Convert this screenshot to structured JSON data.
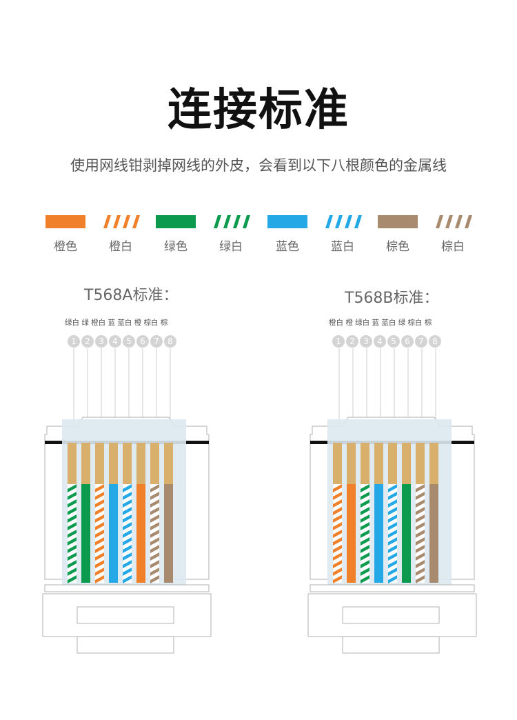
{
  "title": "连接标准",
  "subtitle": "使用网线钳剥掉网线的外皮，会看到以下八根颜色的金属线",
  "colors": {
    "orange": "#f0802a",
    "green": "#0c9a4e",
    "blue": "#24a8e6",
    "brown": "#a88a6e",
    "gold": "#d8b06c",
    "housing": "#dce8ef"
  },
  "legend": [
    {
      "label": "橙色",
      "color": "orange",
      "striped": false
    },
    {
      "label": "橙白",
      "color": "orange",
      "striped": true
    },
    {
      "label": "绿色",
      "color": "green",
      "striped": false
    },
    {
      "label": "绿白",
      "color": "green",
      "striped": true
    },
    {
      "label": "蓝色",
      "color": "blue",
      "striped": false
    },
    {
      "label": "蓝白",
      "color": "blue",
      "striped": true
    },
    {
      "label": "棕色",
      "color": "brown",
      "striped": false
    },
    {
      "label": "棕白",
      "color": "brown",
      "striped": true
    }
  ],
  "standards": [
    {
      "id": "t568a",
      "title": "T568A标准：",
      "wire_label_text": "绿白 绿 橙白 蓝 蓝白 橙 棕白 棕",
      "pins": [
        "1",
        "2",
        "3",
        "4",
        "5",
        "6",
        "7",
        "8"
      ],
      "wires": [
        {
          "color": "green",
          "striped": true
        },
        {
          "color": "green",
          "striped": false
        },
        {
          "color": "orange",
          "striped": true
        },
        {
          "color": "blue",
          "striped": false
        },
        {
          "color": "blue",
          "striped": true
        },
        {
          "color": "orange",
          "striped": false
        },
        {
          "color": "brown",
          "striped": true
        },
        {
          "color": "brown",
          "striped": false
        }
      ]
    },
    {
      "id": "t568b",
      "title": "T568B标准：",
      "wire_label_text": "橙白 橙 绿白 蓝 蓝白 绿 棕白 棕",
      "pins": [
        "1",
        "2",
        "3",
        "4",
        "5",
        "6",
        "7",
        "8"
      ],
      "wires": [
        {
          "color": "orange",
          "striped": true
        },
        {
          "color": "orange",
          "striped": false
        },
        {
          "color": "green",
          "striped": true
        },
        {
          "color": "blue",
          "striped": false
        },
        {
          "color": "blue",
          "striped": true
        },
        {
          "color": "green",
          "striped": false
        },
        {
          "color": "brown",
          "striped": true
        },
        {
          "color": "brown",
          "striped": false
        }
      ]
    }
  ]
}
